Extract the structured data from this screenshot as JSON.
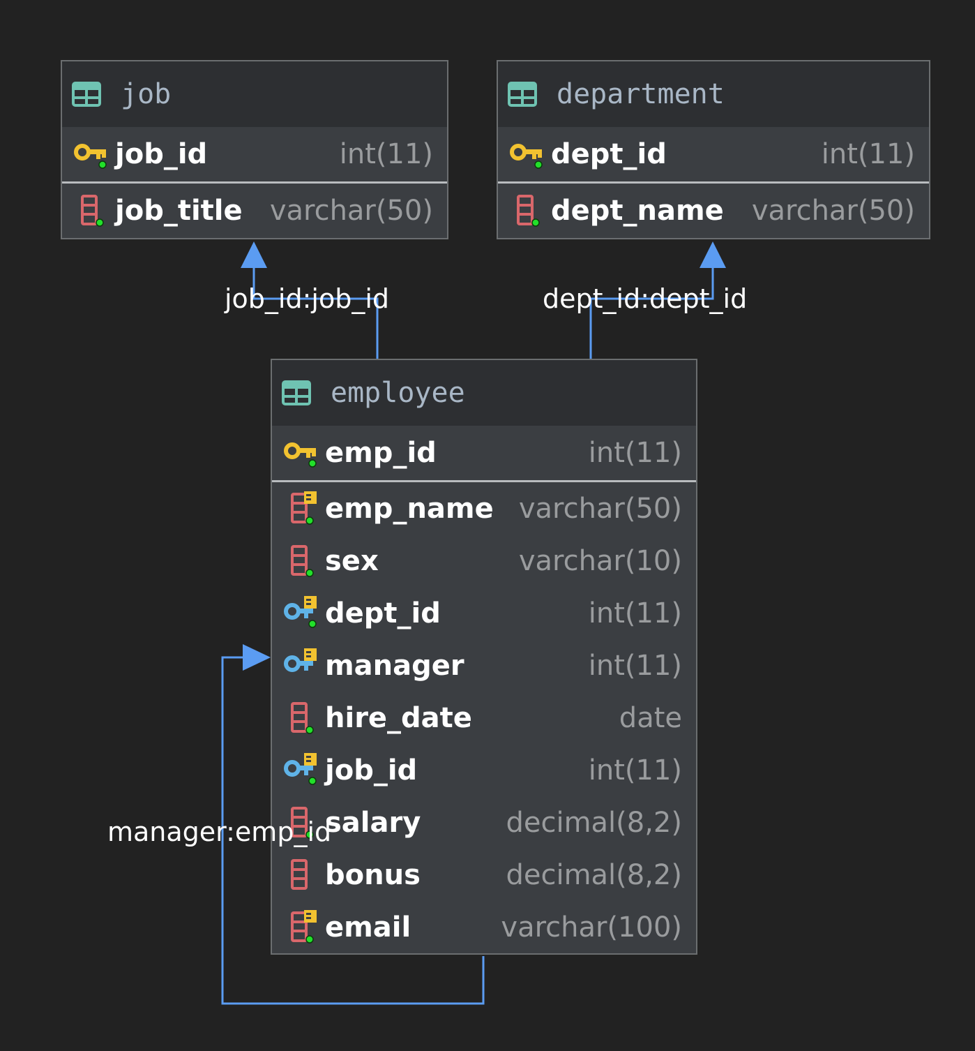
{
  "tables": {
    "job": {
      "name": "job",
      "columns": [
        {
          "name": "job_id",
          "type": "int(11)",
          "kind": "primary-key"
        },
        {
          "name": "job_title",
          "type": "varchar(50)",
          "kind": "column"
        }
      ]
    },
    "department": {
      "name": "department",
      "columns": [
        {
          "name": "dept_id",
          "type": "int(11)",
          "kind": "primary-key"
        },
        {
          "name": "dept_name",
          "type": "varchar(50)",
          "kind": "column"
        }
      ]
    },
    "employee": {
      "name": "employee",
      "columns": [
        {
          "name": "emp_id",
          "type": "int(11)",
          "kind": "primary-key"
        },
        {
          "name": "emp_name",
          "type": "varchar(50)",
          "kind": "indexed-column"
        },
        {
          "name": "sex",
          "type": "varchar(10)",
          "kind": "column"
        },
        {
          "name": "dept_id",
          "type": "int(11)",
          "kind": "foreign-key"
        },
        {
          "name": "manager",
          "type": "int(11)",
          "kind": "foreign-key"
        },
        {
          "name": "hire_date",
          "type": "date",
          "kind": "column"
        },
        {
          "name": "job_id",
          "type": "int(11)",
          "kind": "foreign-key"
        },
        {
          "name": "salary",
          "type": "decimal(8,2)",
          "kind": "column"
        },
        {
          "name": "bonus",
          "type": "decimal(8,2)",
          "kind": "column-nullable"
        },
        {
          "name": "email",
          "type": "varchar(100)",
          "kind": "indexed-column"
        }
      ]
    }
  },
  "relations": [
    {
      "label": "job_id:job_id",
      "from": "employee",
      "to": "job"
    },
    {
      "label": "dept_id:dept_id",
      "from": "employee",
      "to": "department"
    },
    {
      "label": "manager:emp_id",
      "from": "employee",
      "to": "employee"
    }
  ],
  "colors": {
    "background": "#222222",
    "connector": "#5b9cf2",
    "key": "#f2c230",
    "foreign_key": "#5fb3e8",
    "column_icon": "#d9676b",
    "not_null_dot": "#22e02a",
    "table_icon": "#6fc3b2"
  }
}
